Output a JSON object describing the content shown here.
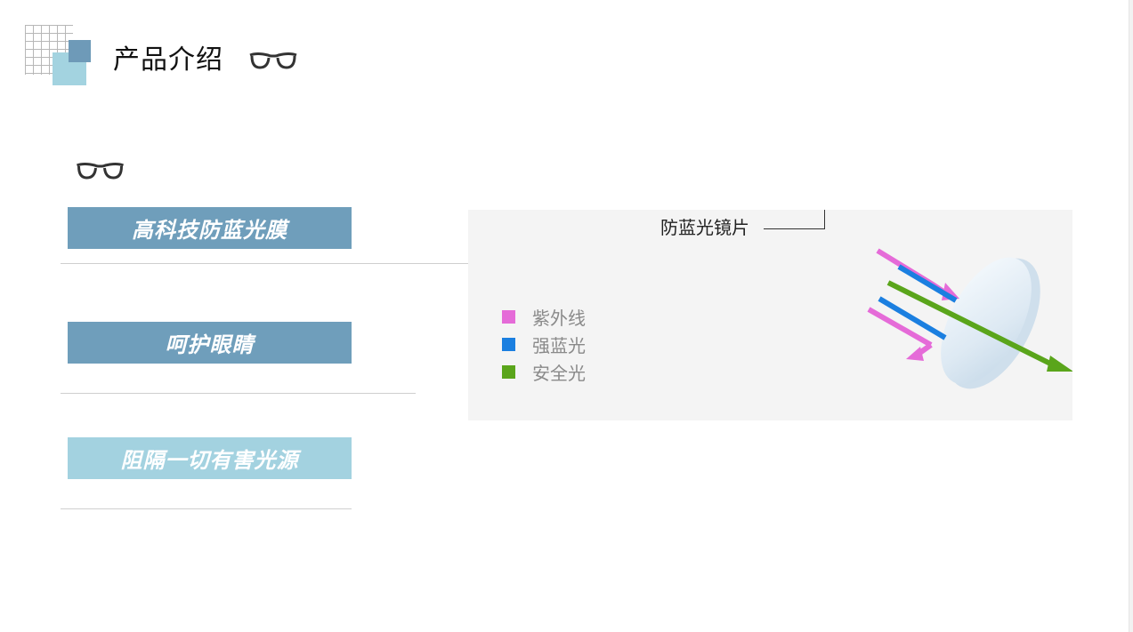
{
  "header": {
    "title": "产品介绍"
  },
  "features": [
    {
      "label": "高科技防蓝光膜"
    },
    {
      "label": "呵护眼睛"
    },
    {
      "label": "阻隔一切有害光源"
    }
  ],
  "lens_figure": {
    "caption": "防蓝光镜片",
    "legend": [
      {
        "label": "紫外线",
        "color": "#e56bd8"
      },
      {
        "label": "强蓝光",
        "color": "#1b7fe0"
      },
      {
        "label": "安全光",
        "color": "#5aa51b"
      }
    ]
  },
  "colors": {
    "accent_dark": "#6f9ebb",
    "accent_light": "#a3d2e0"
  },
  "icons": [
    "glasses-icon"
  ]
}
